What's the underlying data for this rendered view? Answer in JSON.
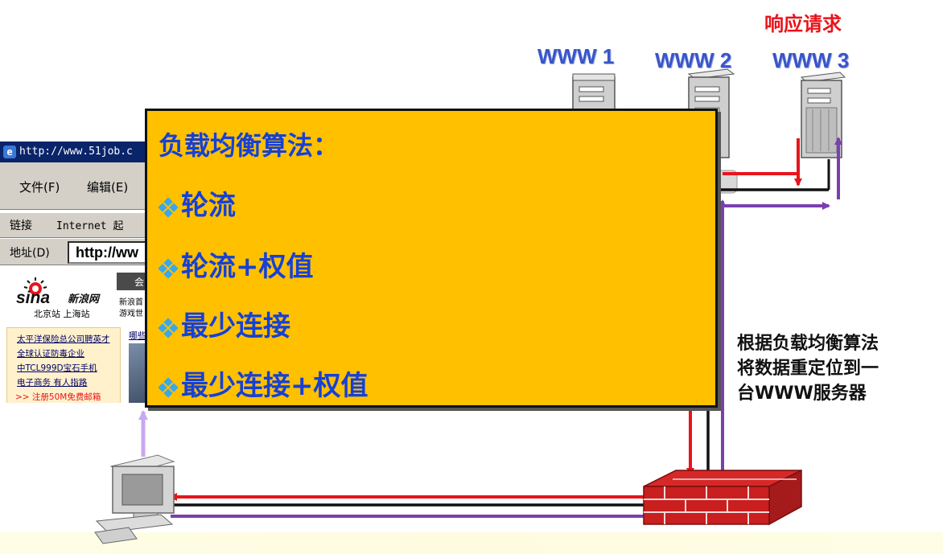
{
  "response_label": "响应请求",
  "servers": [
    "WWW 1",
    "WWW 2",
    "WWW 3"
  ],
  "algorithm_box": {
    "title": "负载均衡算法：",
    "items": [
      "轮流",
      "轮流+权值",
      "最少连接",
      "最少连接+权值"
    ]
  },
  "explanation": [
    "根据负载均衡算法",
    "将数据重定位到一",
    "台WWW服务器"
  ],
  "browser": {
    "title": "http://www.51job.c",
    "menu": [
      "文件(F)",
      "编辑(E)"
    ],
    "links_label": "链接",
    "links_item": "Internet 起",
    "address_label": "地址(D)",
    "address_value": "http://ww",
    "site": {
      "logo_word": "sina",
      "logo_cn": "新浪网",
      "cities": "北京站  上海站",
      "tab_text": "会",
      "side_lines": [
        "新浪首",
        "游戏世"
      ],
      "promo": [
        "太平洋保险总公司聘英才",
        "全球认证防毒企业",
        "中TCL999D宝石手机",
        "电子商务 有人指路",
        ">> 注册50M免费邮箱"
      ],
      "photo_caption": "哪些"
    }
  },
  "colors": {
    "request": "#e8141b",
    "response": "#7a3fb0",
    "link": "#111111",
    "algo_bg": "#ffc000",
    "algo_text": "#1540d8",
    "server_label": "#3a55c8"
  }
}
